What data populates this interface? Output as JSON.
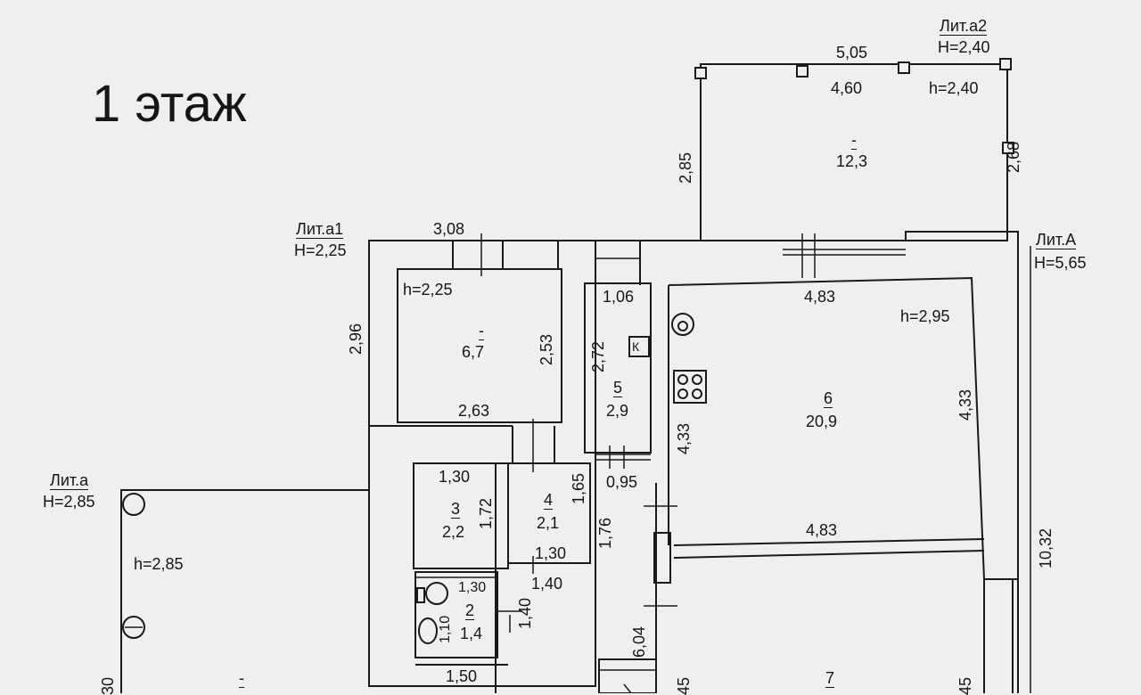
{
  "title": "1 этаж",
  "litera": {
    "a1": {
      "name": "Лит.а1",
      "h": "Н=2,25"
    },
    "a2": {
      "name": "Лит.а2",
      "h": "Н=2,40"
    },
    "A": {
      "name": "Лит.А",
      "h": "Н=5,65"
    },
    "a": {
      "name": "Лит.а",
      "h": "Н=2,85"
    }
  },
  "rooms": {
    "r_a2": {
      "num": "-",
      "area": "12,3",
      "h": "h=2,40"
    },
    "r_a1": {
      "num": "-",
      "area": "6,7",
      "h": "h=2,25"
    },
    "r5": {
      "num": "5",
      "area": "2,9"
    },
    "r6": {
      "num": "6",
      "area": "20,9",
      "h": "h=2,95"
    },
    "r3": {
      "num": "3",
      "area": "2,2"
    },
    "r4": {
      "num": "4",
      "area": "2,1"
    },
    "r2": {
      "num": "2",
      "area": "1,4"
    },
    "r7": {
      "num": "7"
    },
    "r_a": {
      "num": "-",
      "h": "h=2,85"
    }
  },
  "dims": {
    "d505": "5,05",
    "d460": "4,60",
    "d285v": "2,85",
    "d268": "2,68",
    "d308": "3,08",
    "d296": "2,96",
    "d253": "2,53",
    "d263": "2,63",
    "d106": "1,06",
    "d272": "2,72",
    "d483a": "4,83",
    "d433a": "4,33",
    "d433b": "4,33",
    "d483b": "4,83",
    "d1032": "10,32",
    "d095": "0,95",
    "d130a": "1,30",
    "d172": "1,72",
    "d165": "1,65",
    "d176": "1,76",
    "d130b": "1,30",
    "d140a": "1,40",
    "d130c": "1,30",
    "d110": "1,10",
    "d140b": "1,40",
    "d150": "1,50",
    "d604": "6,04",
    "d45a": "45",
    "d45b": "45",
    "d30": "30"
  },
  "symbols": {
    "boiler": "К"
  }
}
